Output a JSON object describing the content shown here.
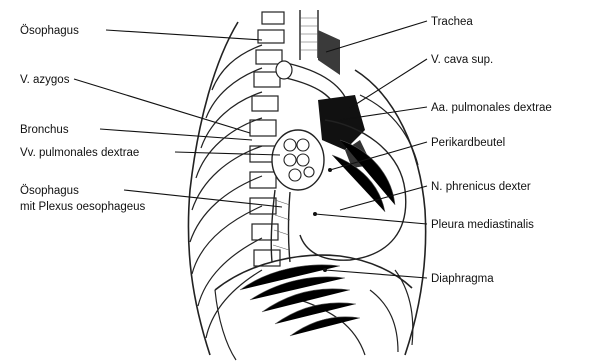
{
  "diagram": {
    "labels_left": {
      "oesophagus_top": "Ösophagus",
      "v_azygos": "V. azygos",
      "bronchus": "Bronchus",
      "vv_pulmonales_dextrae": "Vv. pulmonales dextrae",
      "oesophagus_plexus_line1": "Ösophagus",
      "oesophagus_plexus_line2": "mit Plexus oesophageus"
    },
    "labels_right": {
      "trachea": "Trachea",
      "v_cava_sup": "V. cava sup.",
      "aa_pulmonales_dextrae": "Aa. pulmonales dextrae",
      "perikardbeutel": "Perikardbeutel",
      "n_phrenicus_dexter": "N. phrenicus dexter",
      "pleura_mediastinalis": "Pleura mediastinalis",
      "diaphragma": "Diaphragma"
    }
  }
}
